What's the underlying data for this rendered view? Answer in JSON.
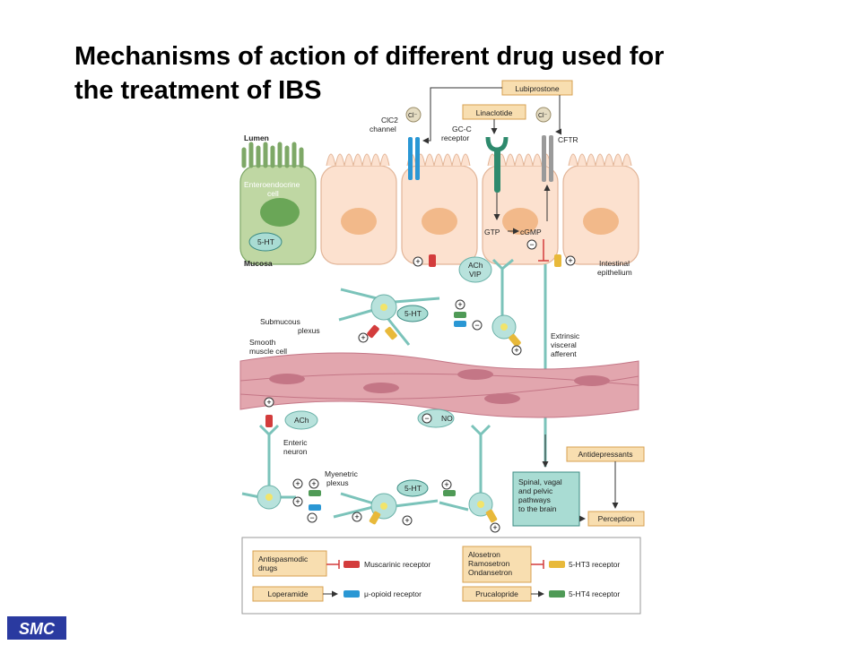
{
  "slide": {
    "title_line1": "Mechanisms of action of different drug used for",
    "title_line2": "the treatment of IBS",
    "logo_text": "SMC"
  },
  "diagram": {
    "regions": {
      "lumen": "Lumen",
      "mucosa": "Mucosa",
      "intestinal_epithelium_1": "Intestinal",
      "intestinal_epithelium_2": "epithelium",
      "submucous_1": "Submucous",
      "submucous_2": "plexus",
      "smooth_muscle_1": "Smooth",
      "smooth_muscle_2": "muscle cell",
      "extrinsic_1": "Extrinsic",
      "extrinsic_2": "visceral",
      "extrinsic_3": "afferent",
      "enteric_neuron_1": "Enteric",
      "enteric_neuron_2": "neuron",
      "myenteric_1": "Myenetric",
      "myenteric_2": "plexus"
    },
    "cells": {
      "enteroendocrine_1": "Enteroendocrine",
      "enteroendocrine_2": "cell",
      "serotonin": "5-HT"
    },
    "channels": {
      "clc2_1": "ClC2",
      "clc2_2": "channel",
      "gcc_1": "GC-C",
      "gcc_2": "receptor",
      "cftr": "CFTR",
      "chloride": "Cl⁻"
    },
    "drugs": {
      "lubiprostone": "Lubiprostone",
      "linaclotide": "Linaclotide",
      "antidepressants": "Antidepressants"
    },
    "molecules": {
      "gtp": "GTP",
      "cgmp": "cGMP",
      "ach": "ACh",
      "vip": "VIP",
      "no": "NO",
      "serotonin_submucous": "5-HT",
      "serotonin_myenteric": "5-HT",
      "plus": "+",
      "minus": "−"
    },
    "pathway": {
      "box_1": "Spinal, vagal",
      "box_2": "and pelvic",
      "box_3": "pathways",
      "box_4": "to the brain",
      "perception": "Perception"
    },
    "legend": {
      "antispasmodic_1": "Antispasmodic",
      "antispasmodic_2": "drugs",
      "muscarinic": "Muscarinic receptor",
      "loperamide": "Loperamide",
      "mu_opioid": "μ-opioid receptor",
      "alosetron": "Alosetron",
      "ramosetron": "Ramosetron",
      "ondansetron": "Ondansetron",
      "ht3": "5-HT3 receptor",
      "prucalopride": "Prucalopride",
      "ht4": "5-HT4 receptor"
    },
    "colors": {
      "drug_box_fill": "#f8deb0",
      "drug_box_stroke": "#d7a050",
      "epithelium_fill": "#fce1cf",
      "nucleus_fill": "#f2b98a",
      "enteroendocrine_fill": "#bfd7a3",
      "enteroendocrine_nucleus": "#6aa657",
      "muscle_fill": "#e2a6ae",
      "muscle_nucleus": "#c47686",
      "pathway_box_fill": "#a9dcd3",
      "neuron_fill": "#b8e2dc",
      "neuron_core": "#f2e46a",
      "muscarinic_color": "#d33c3c",
      "opioid_color": "#2a97d4",
      "ht3_color": "#e8b93a",
      "ht4_color": "#4f9a56",
      "clc2_color": "#2a97d4",
      "gcc_color": "#2e8a6d",
      "cftr_color": "#9a9a9a"
    }
  }
}
